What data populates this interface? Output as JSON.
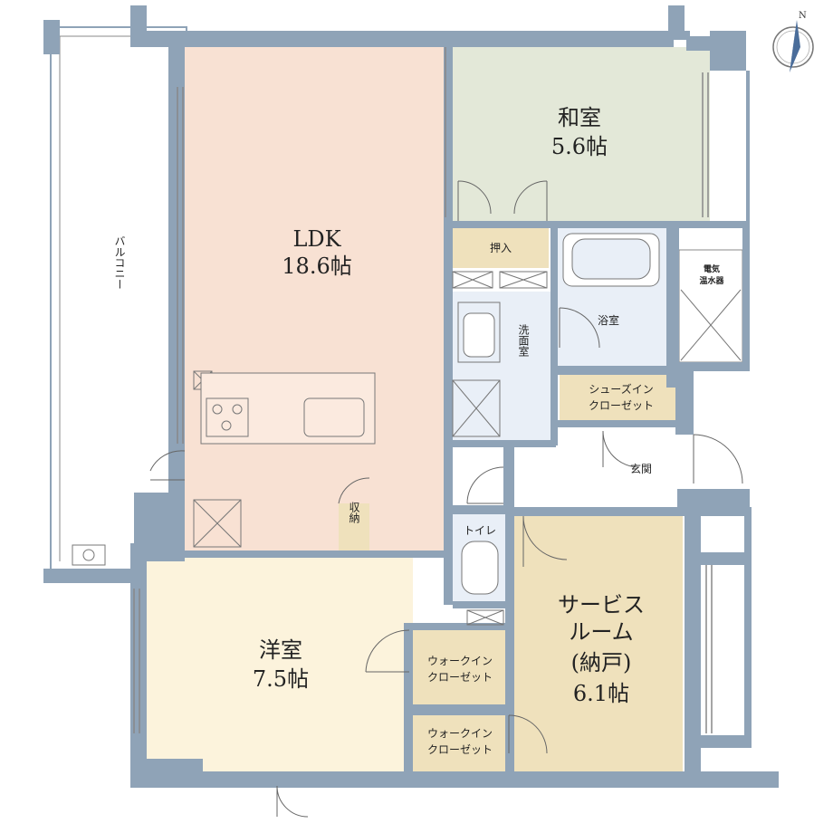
{
  "colors": {
    "wall": "#8fa3b7",
    "ldk_floor": "#f8e1d3",
    "washitsu_floor": "#e3e8d8",
    "yoshitsu_floor": "#fcf3dc",
    "service_floor": "#efe1bc",
    "storage_floor": "#efe1bc",
    "wet_floor": "#e9eff7",
    "line": "#555555"
  },
  "compass": {
    "north_label": "N",
    "icon": "compass-icon"
  },
  "rooms": {
    "ldk": {
      "name": "LDK",
      "size": "18.6帖"
    },
    "washitsu": {
      "name": "和室",
      "size": "5.6帖"
    },
    "yoshitsu": {
      "name": "洋室",
      "size": "7.5帖"
    },
    "service_room": {
      "line1": "サービス",
      "line2": "ルーム",
      "line3": "(納戸)",
      "size": "6.1帖"
    }
  },
  "labels": {
    "balcony": "バルコニー",
    "oshiire": "押入",
    "bath": "浴室",
    "washroom": "洗面室",
    "water_heater_1": "電気",
    "water_heater_2": "温水器",
    "shoes_closet_1": "シューズイン",
    "shoes_closet_2": "クローゼット",
    "entrance": "玄関",
    "toilet": "トイレ",
    "shuno": "収納",
    "wic_1_line1": "ウォークイン",
    "wic_1_line2": "クローゼット",
    "wic_2_line1": "ウォークイン",
    "wic_2_line2": "クローゼット"
  }
}
